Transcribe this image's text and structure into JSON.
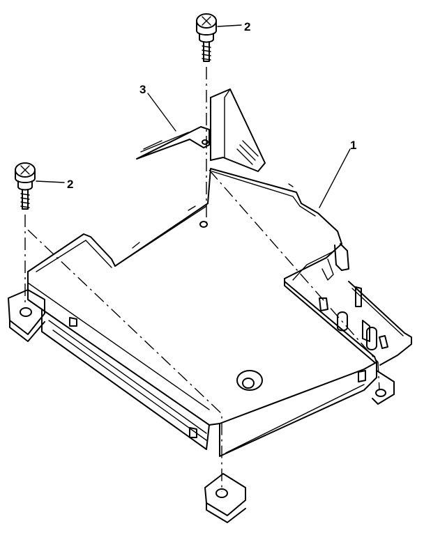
{
  "callouts": {
    "housing": "1",
    "screw_top": "2",
    "screw_left": "2",
    "bracket": "3"
  },
  "colors": {
    "line": "#000000",
    "background": "#ffffff"
  }
}
